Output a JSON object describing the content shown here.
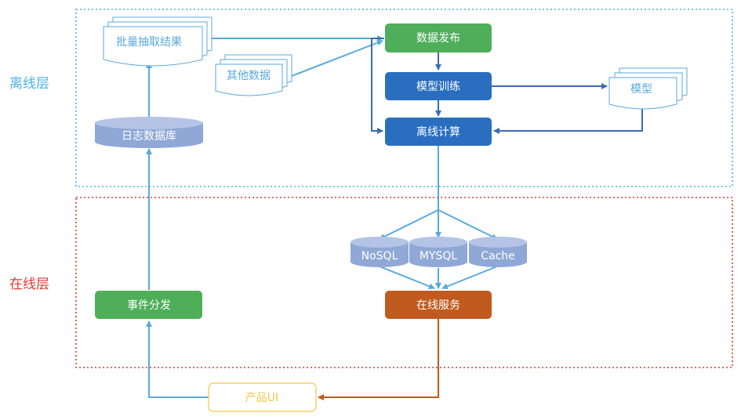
{
  "layers": {
    "offline": "离线层",
    "online": "在线层"
  },
  "nodes": {
    "batch_results": "批量抽取结果",
    "other_data": "其他数据",
    "data_publish": "数据发布",
    "model_training": "模型训练",
    "model": "模型",
    "offline_compute": "离线计算",
    "log_db": "日志数据库",
    "nosql": "NoSQL",
    "mysql": "MYSQL",
    "cache": "Cache",
    "event_dispatch": "事件分发",
    "online_service": "在线服务",
    "product_ui": "产品UI"
  },
  "colors": {
    "offline_region": "#4ab3e6",
    "online_region": "#e03a2f",
    "green": "#4fae5a",
    "blue": "#2a6fbf",
    "orange": "#c05a1f",
    "db": "#8fa8d6",
    "doc_stroke": "#5aa9dc",
    "arrow_blue": "#5aa9dc",
    "arrow_dark": "#3a6cb5",
    "arrow_orange": "#c05a1f",
    "ui_border": "#f5c542"
  }
}
